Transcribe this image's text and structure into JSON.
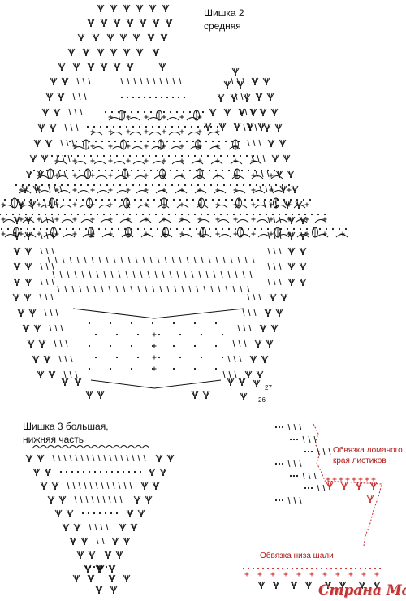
{
  "cone2": {
    "title_line1": "Шишка 2",
    "title_line2": "средняя",
    "row27": "27",
    "row26": "26"
  },
  "cone3": {
    "title_line1": "Шишка 3 большая,",
    "title_line2": "нижняя часть"
  },
  "edging_leaves": {
    "line1": "Обвязка ломаного",
    "line2": "края листиков"
  },
  "edging_bottom": {
    "label": "Обвязка низа шали"
  },
  "watermark": "Страна Мам",
  "colors": {
    "ink": "#111111",
    "accent": "#cc2222"
  }
}
